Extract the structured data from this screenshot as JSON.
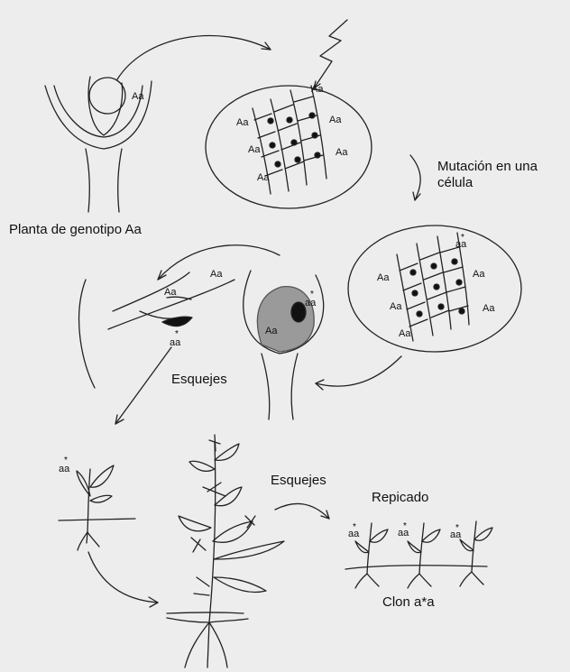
{
  "captions": {
    "plant_genotype": "Planta de genotipo Aa",
    "mutation": "Mutación en una célula",
    "cuttings_1": "Esquejes",
    "cuttings_2": "Esquejes",
    "transplant": "Repicado",
    "clone": "Clon a*a"
  },
  "genotypes": {
    "normal": "Aa",
    "mutant": "aa",
    "mutant_mark": "*"
  }
}
